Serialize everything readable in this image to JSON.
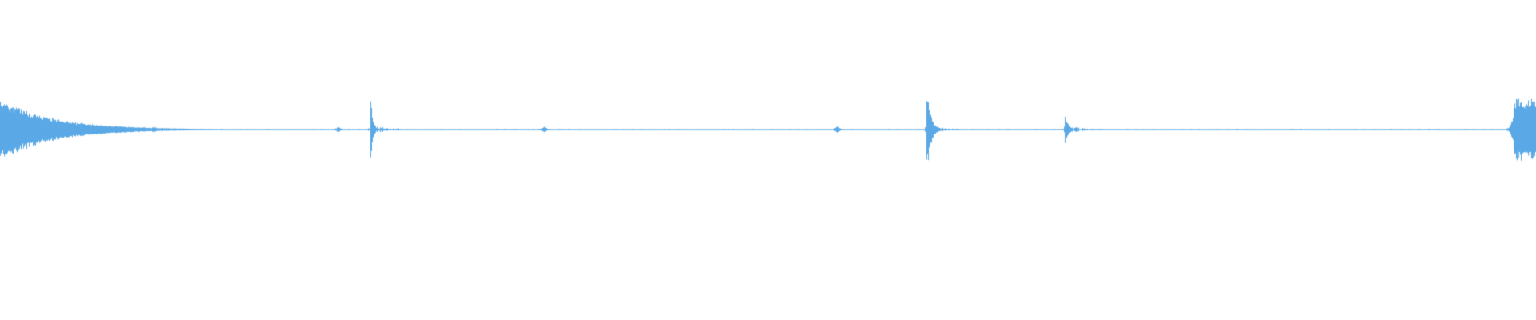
{
  "waveform": {
    "color": "#5aa9e6",
    "background": "#ffffff",
    "baseline_amplitude": 0.004,
    "noise_amplitude": 0.03,
    "events": [
      {
        "position": 0.0,
        "amplitude": 0.58,
        "decay": 0.035,
        "kind": "onset-decay"
      },
      {
        "position": 0.1,
        "amplitude": 0.08,
        "decay": 0.002,
        "kind": "click"
      },
      {
        "position": 0.22,
        "amplitude": 0.06,
        "decay": 0.002,
        "kind": "click"
      },
      {
        "position": 0.241,
        "amplitude": 1.0,
        "decay": 0.0012,
        "kind": "spike"
      },
      {
        "position": 0.354,
        "amplitude": 0.06,
        "decay": 0.002,
        "kind": "click"
      },
      {
        "position": 0.545,
        "amplitude": 0.07,
        "decay": 0.002,
        "kind": "click"
      },
      {
        "position": 0.603,
        "amplitude": 0.96,
        "decay": 0.0025,
        "kind": "spike"
      },
      {
        "position": 0.693,
        "amplitude": 0.33,
        "decay": 0.002,
        "kind": "spike"
      },
      {
        "position": 0.986,
        "amplitude": 0.64,
        "decay": 0.012,
        "kind": "onset-rise"
      }
    ]
  }
}
